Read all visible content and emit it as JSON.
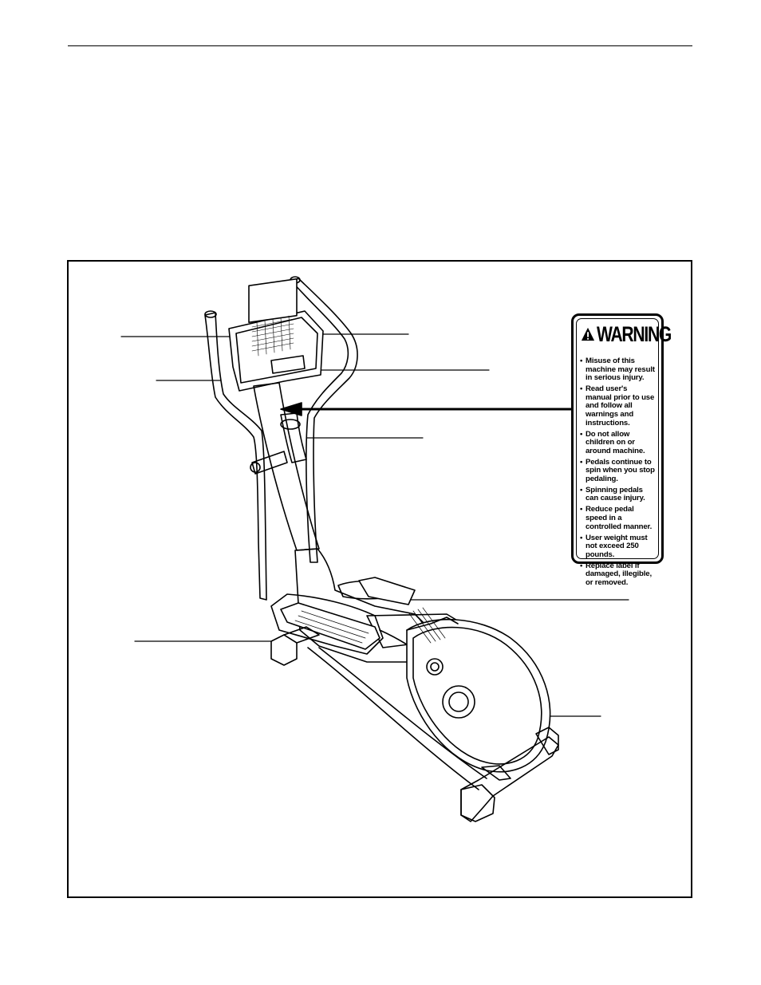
{
  "warning_label": {
    "icon": "warning-triangle-icon",
    "title": "WARNING",
    "items": [
      "Misuse of this machine may result in serious injury.",
      "Read user's manual prior to use and follow all warnings and instructions.",
      "Do not allow children on or around machine.",
      "Pedals continue to spin when you stop pedaling.",
      "Spinning pedals can cause injury.",
      "Reduce pedal speed in a controlled manner.",
      "User weight must not exceed 250 pounds.",
      "Replace label if damaged, illegible, or removed."
    ]
  },
  "illustration": {
    "subject": "elliptical-exerciser"
  }
}
